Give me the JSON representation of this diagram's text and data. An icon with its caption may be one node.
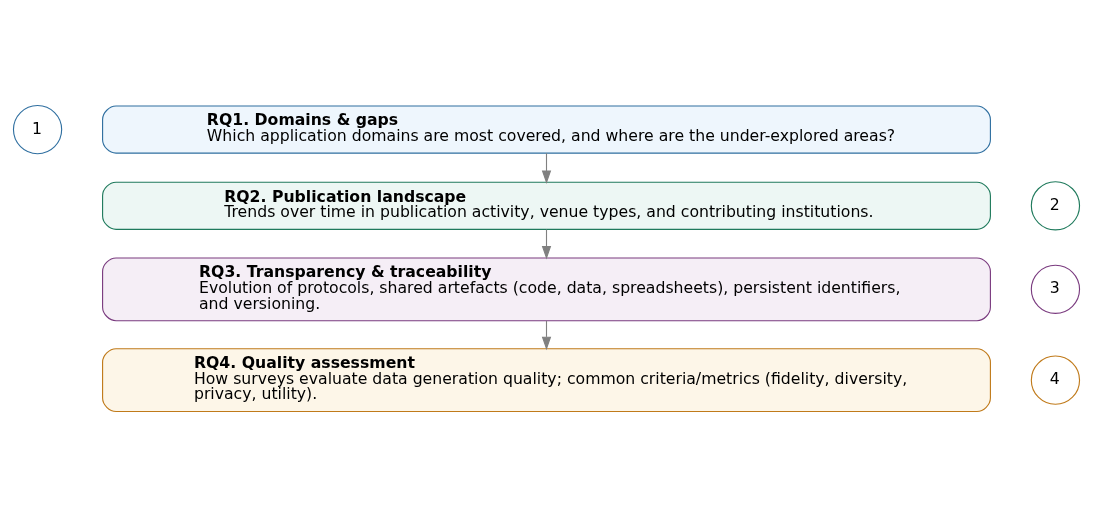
{
  "diagram": {
    "nodes": [
      {
        "text": [
          "1"
        ]
      },
      {
        "text": [
          "RQ1. Domains & gaps",
          "Which application domains are most covered, and where are the under-explored areas?"
        ]
      },
      {
        "text": [
          "2"
        ]
      },
      {
        "text": [
          "RQ2. Publication landscape",
          "Trends over time in publication activity, venue types, and contributing institutions."
        ]
      },
      {
        "text": [
          "3"
        ]
      },
      {
        "text": [
          "RQ3. Transparency & traceability",
          "Evolution of protocols, shared artefacts (code, data, spreadsheets), persistent identifiers, and versioning."
        ]
      },
      {
        "text": [
          "4"
        ]
      },
      {
        "text": [
          "RQ4. Quality assessment",
          "How surveys evaluate data generation quality; common criteria/metrics (fidelity, diversity, privacy, utility)."
        ]
      }
    ],
    "edges": [
      {
        "from": 1,
        "to": 3,
        "arrow": "to"
      },
      {
        "from": 3,
        "to": 5,
        "arrow": "to"
      },
      {
        "from": 5,
        "to": 7,
        "arrow": "to"
      }
    ]
  }
}
